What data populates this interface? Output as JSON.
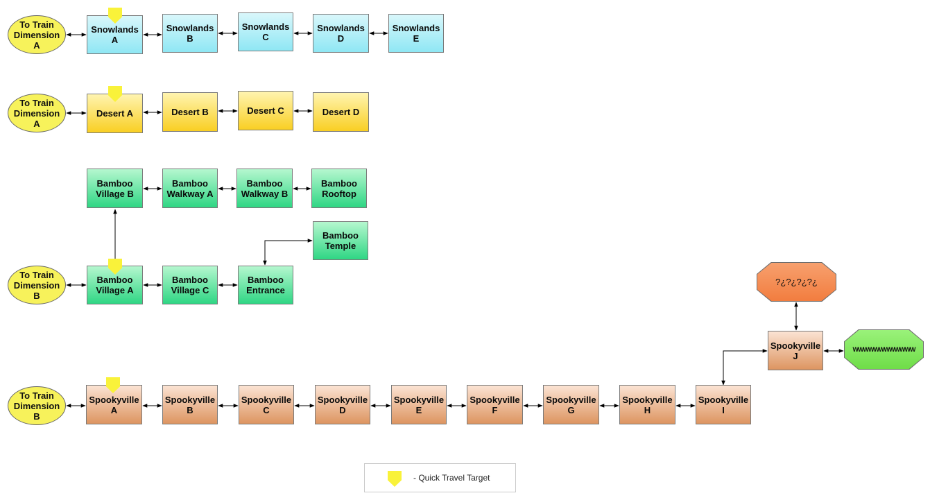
{
  "rows": {
    "snowlands": {
      "train": "To Train\nDimension\nA",
      "nodes": [
        "Snowlands\nA",
        "Snowlands\nB",
        "Snowlands\nC",
        "Snowlands\nD",
        "Snowlands\nE"
      ]
    },
    "desert": {
      "train": "To Train\nDimension\nA",
      "nodes": [
        "Desert A",
        "Desert B",
        "Desert C",
        "Desert D"
      ]
    },
    "bamboo": {
      "train": "To Train\nDimension\nB",
      "top_nodes": [
        "Bamboo\nVillage B",
        "Bamboo\nWalkway A",
        "Bamboo\nWalkway B",
        "Bamboo\nRooftop"
      ],
      "temple": "Bamboo\nTemple",
      "bottom_nodes": [
        "Bamboo\nVillage A",
        "Bamboo\nVillage C",
        "Bamboo\nEntrance"
      ]
    },
    "spooky": {
      "train": "To Train\nDimension\nB",
      "nodes": [
        "Spookyville\nA",
        "Spookyville\nB",
        "Spookyville\nC",
        "Spookyville\nD",
        "Spookyville\nE",
        "Spookyville\nF",
        "Spookyville\nG",
        "Spookyville\nH",
        "Spookyville\nI"
      ],
      "j_node": "Spookyville\nJ",
      "mystery": "?¿?¿?¿?¿",
      "squiggle": "WWWWWWWWWWWW"
    }
  },
  "legend": {
    "icon": "quick-travel-marker",
    "text": "- Quick Travel Target"
  },
  "colors": {
    "snowlands": "#8fe7f4",
    "desert": "#f9cf23",
    "bamboo": "#2fd684",
    "spooky": "#dd9561",
    "train": "#f7f25b",
    "mystery": "#f58a4c",
    "squiggle": "#7fe65a",
    "marker": "#f9f23a"
  }
}
